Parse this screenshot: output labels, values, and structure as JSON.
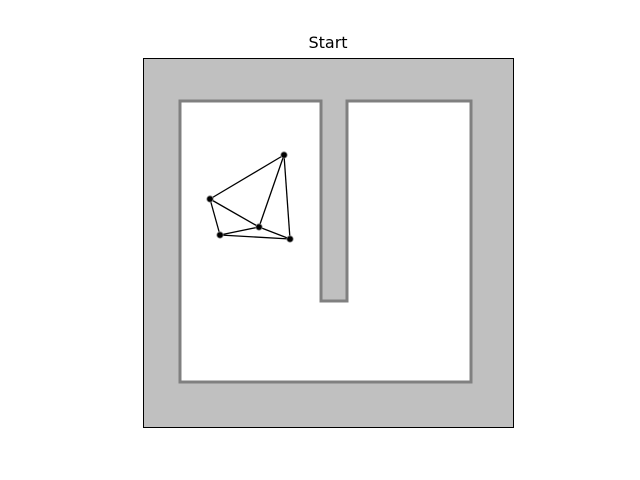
{
  "title": "Start",
  "colors": {
    "background": "#ffffff",
    "wall_fill": "#c0c0c0",
    "wall_edge": "#808080",
    "frame": "#000000",
    "floor": "#ffffff",
    "links": "#000000",
    "nodes": "#000000"
  },
  "graph": {
    "node_count": 5,
    "edges": [
      [
        0,
        1
      ],
      [
        0,
        3
      ],
      [
        0,
        4
      ],
      [
        1,
        2
      ],
      [
        1,
        3
      ],
      [
        2,
        3
      ],
      [
        2,
        4
      ],
      [
        3,
        4
      ]
    ]
  }
}
